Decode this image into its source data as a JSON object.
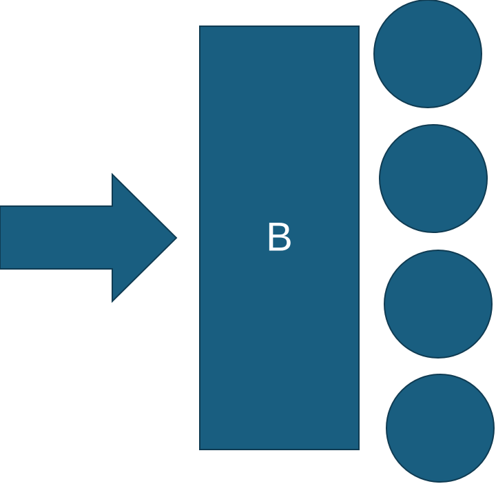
{
  "diagram": {
    "block": {
      "label": "B"
    },
    "arrow": {
      "direction": "right"
    },
    "circles": {
      "count": 4
    },
    "colors": {
      "fill": "#195e80",
      "stroke": "#0f3b52",
      "text": "#ffffff",
      "background": "#ffffff"
    }
  }
}
